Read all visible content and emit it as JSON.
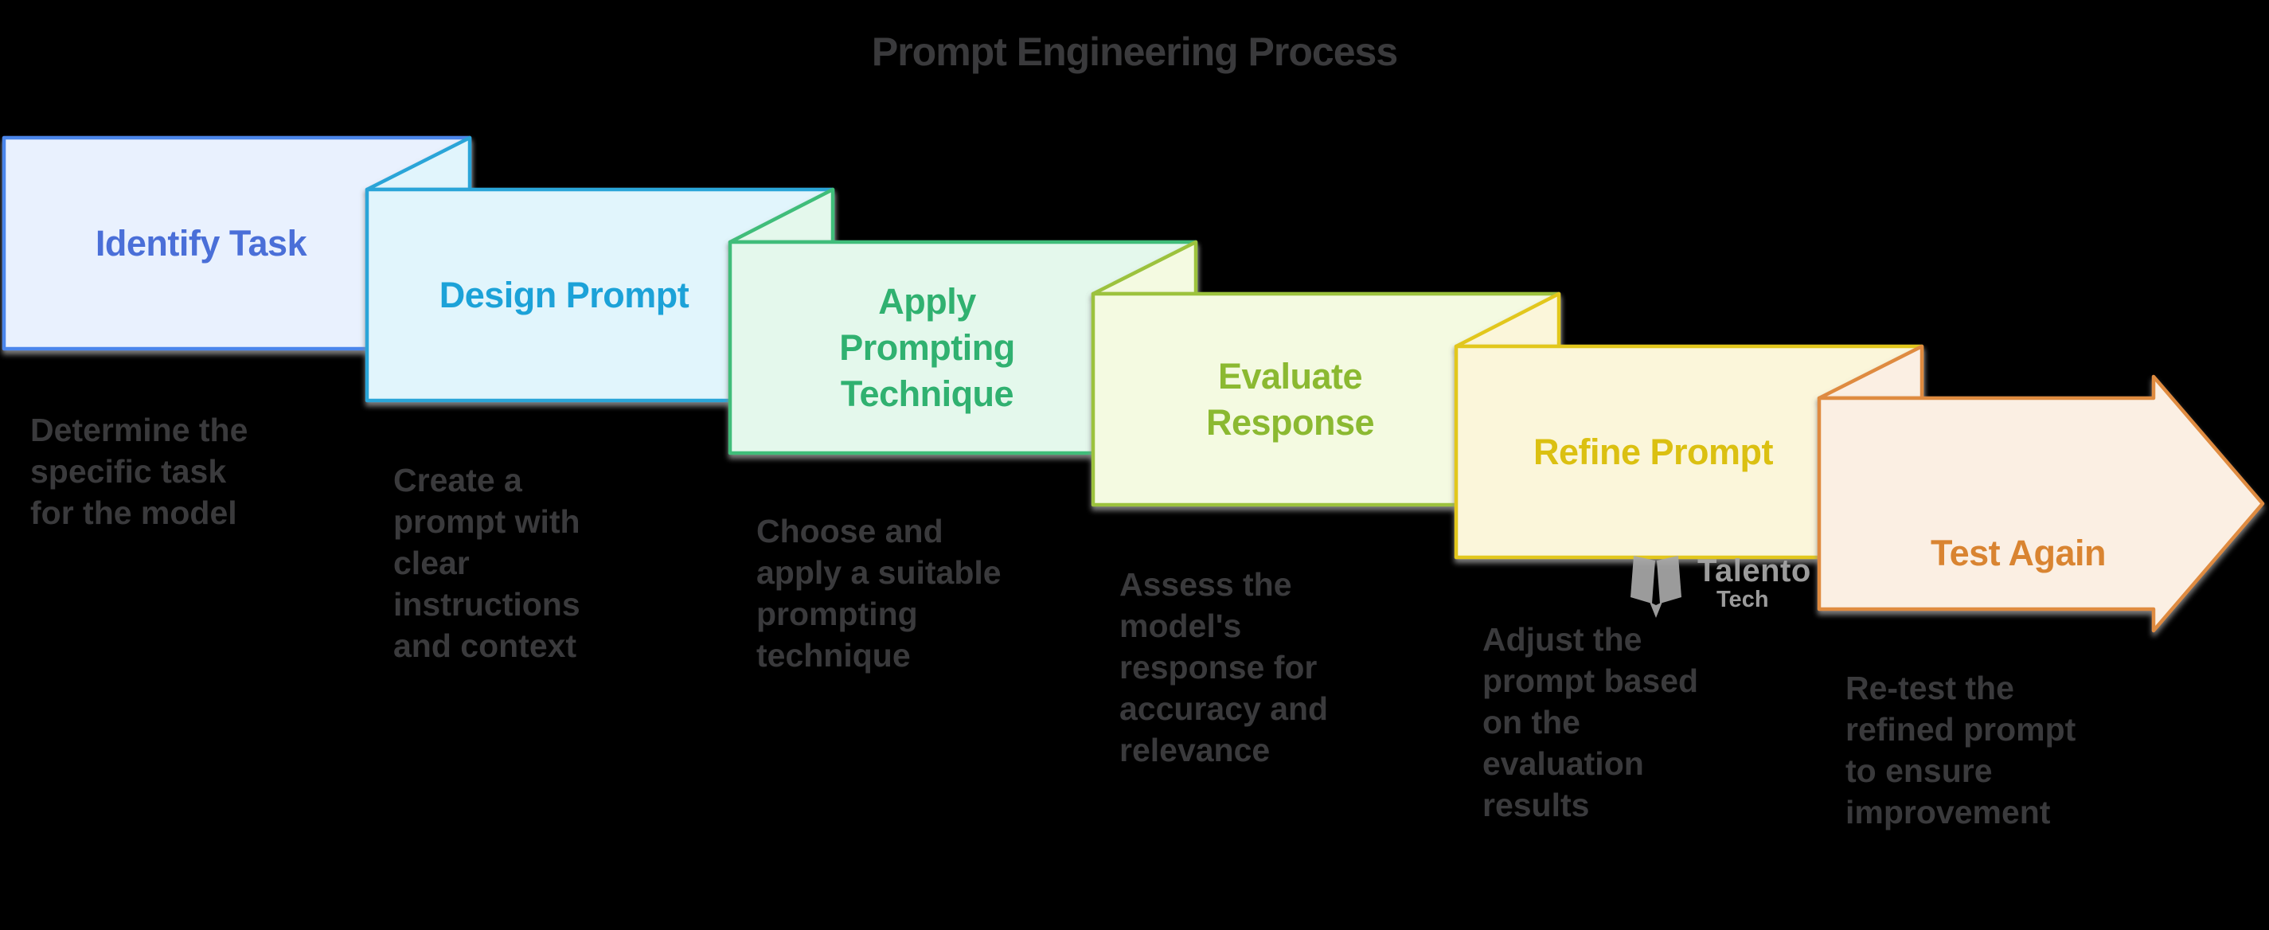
{
  "title": "Prompt Engineering Process",
  "colors": {
    "background": "#000000",
    "muted_text": "#3A3A3C",
    "shadow": "#8A8A8A",
    "watermark": "#A9A9A9"
  },
  "watermark": {
    "icon": "open-book-icon",
    "text": "Talento",
    "subtext": "Tech"
  },
  "steps": [
    {
      "label": "Identify Task",
      "description": "Determine the\nspecific task\nfor the model",
      "fill": "#E9F1FE",
      "border": "#4C86EB",
      "text": "#4A6FD8",
      "shape": "flag"
    },
    {
      "label": "Design Prompt",
      "description": "Create a\nprompt with\nclear\ninstructions\nand context",
      "fill": "#E1F5FC",
      "border": "#2AA5D8",
      "text": "#1CA2D8",
      "shape": "flag"
    },
    {
      "label": "Apply\nPrompting\nTechnique",
      "description": "Choose and\napply a suitable\nprompting\ntechnique",
      "fill": "#E4F8EC",
      "border": "#3FBD7A",
      "text": "#30B170",
      "shape": "flag"
    },
    {
      "label": "Evaluate\nResponse",
      "description": "Assess the\nmodel's\nresponse for\naccuracy and\nrelevance",
      "fill": "#F4FAE1",
      "border": "#9CC23E",
      "text": "#8BB931",
      "shape": "flag"
    },
    {
      "label": "Refine Prompt",
      "description": "Adjust the\nprompt based\non the\nevaluation\nresults",
      "fill": "#FBF6DA",
      "border": "#E2C71F",
      "text": "#DBC011",
      "shape": "flag"
    },
    {
      "label": "Test Again",
      "description": "Re-test the\nrefined prompt\nto ensure\nimprovement",
      "fill": "#FBEFE3",
      "border": "#DF8B41",
      "text": "#D98431",
      "shape": "arrow"
    }
  ]
}
